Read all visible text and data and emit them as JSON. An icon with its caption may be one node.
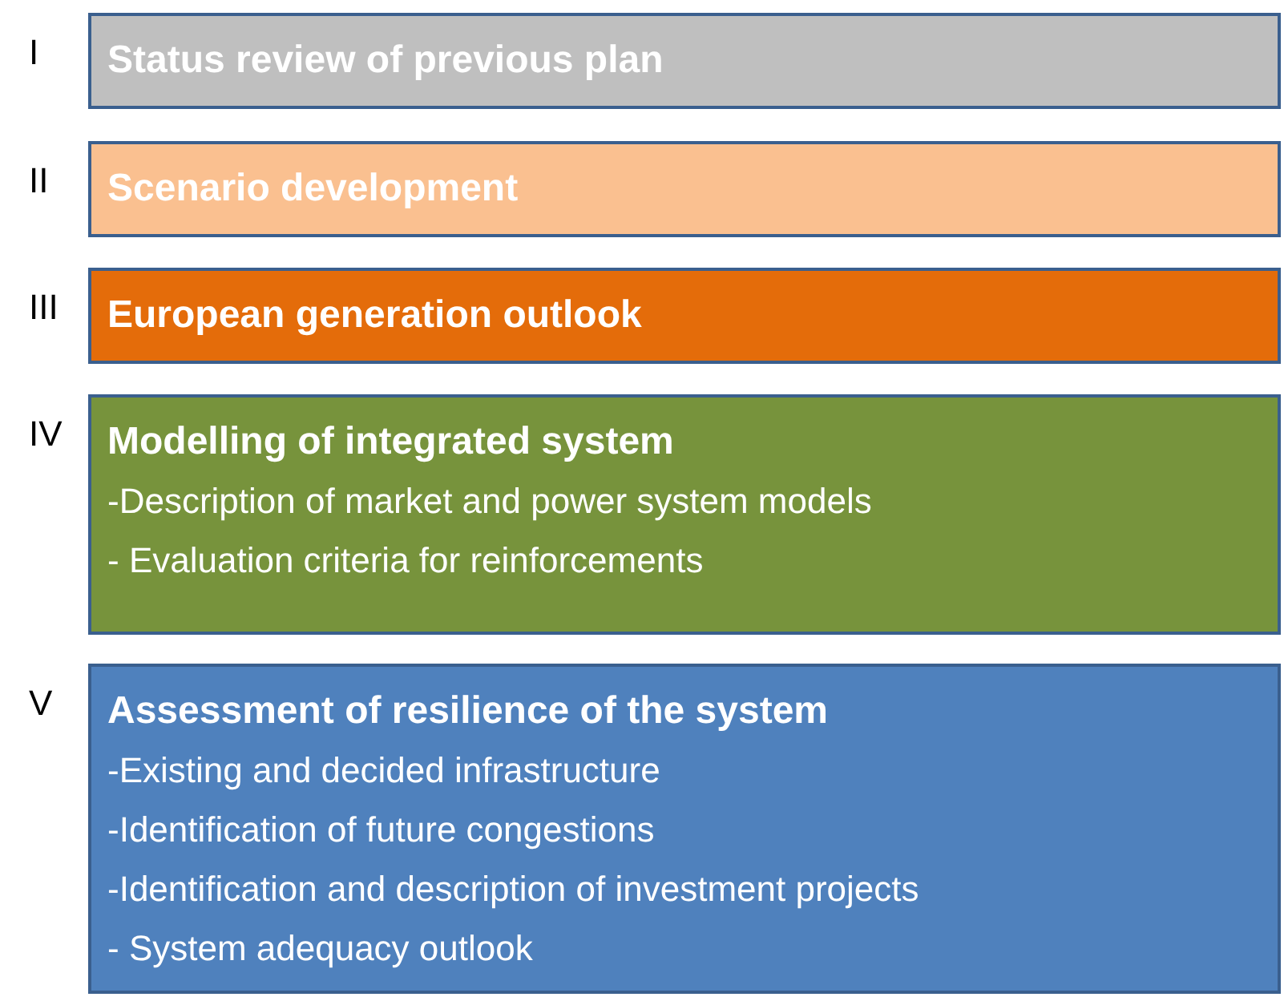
{
  "diagram": {
    "nodes": [
      {
        "text": [
          "Status review of previous plan"
        ],
        "beside": [
          "I"
        ]
      },
      {
        "text": [
          "Scenario development"
        ],
        "beside": [
          "II"
        ]
      },
      {
        "text": [
          "European generation outlook"
        ],
        "beside": [
          "III"
        ]
      },
      {
        "text": [
          "Modelling of integrated system",
          "-Description of market and power system models",
          "- Evaluation criteria for reinforcements"
        ],
        "beside": [
          "IV"
        ]
      },
      {
        "text": [
          "Assessment of resilience of the system",
          "-Existing and decided infrastructure",
          "-Identification of future congestions",
          "-Identification and description of investment projects",
          "- System adequacy outlook"
        ],
        "beside": [
          "V"
        ]
      }
    ]
  }
}
